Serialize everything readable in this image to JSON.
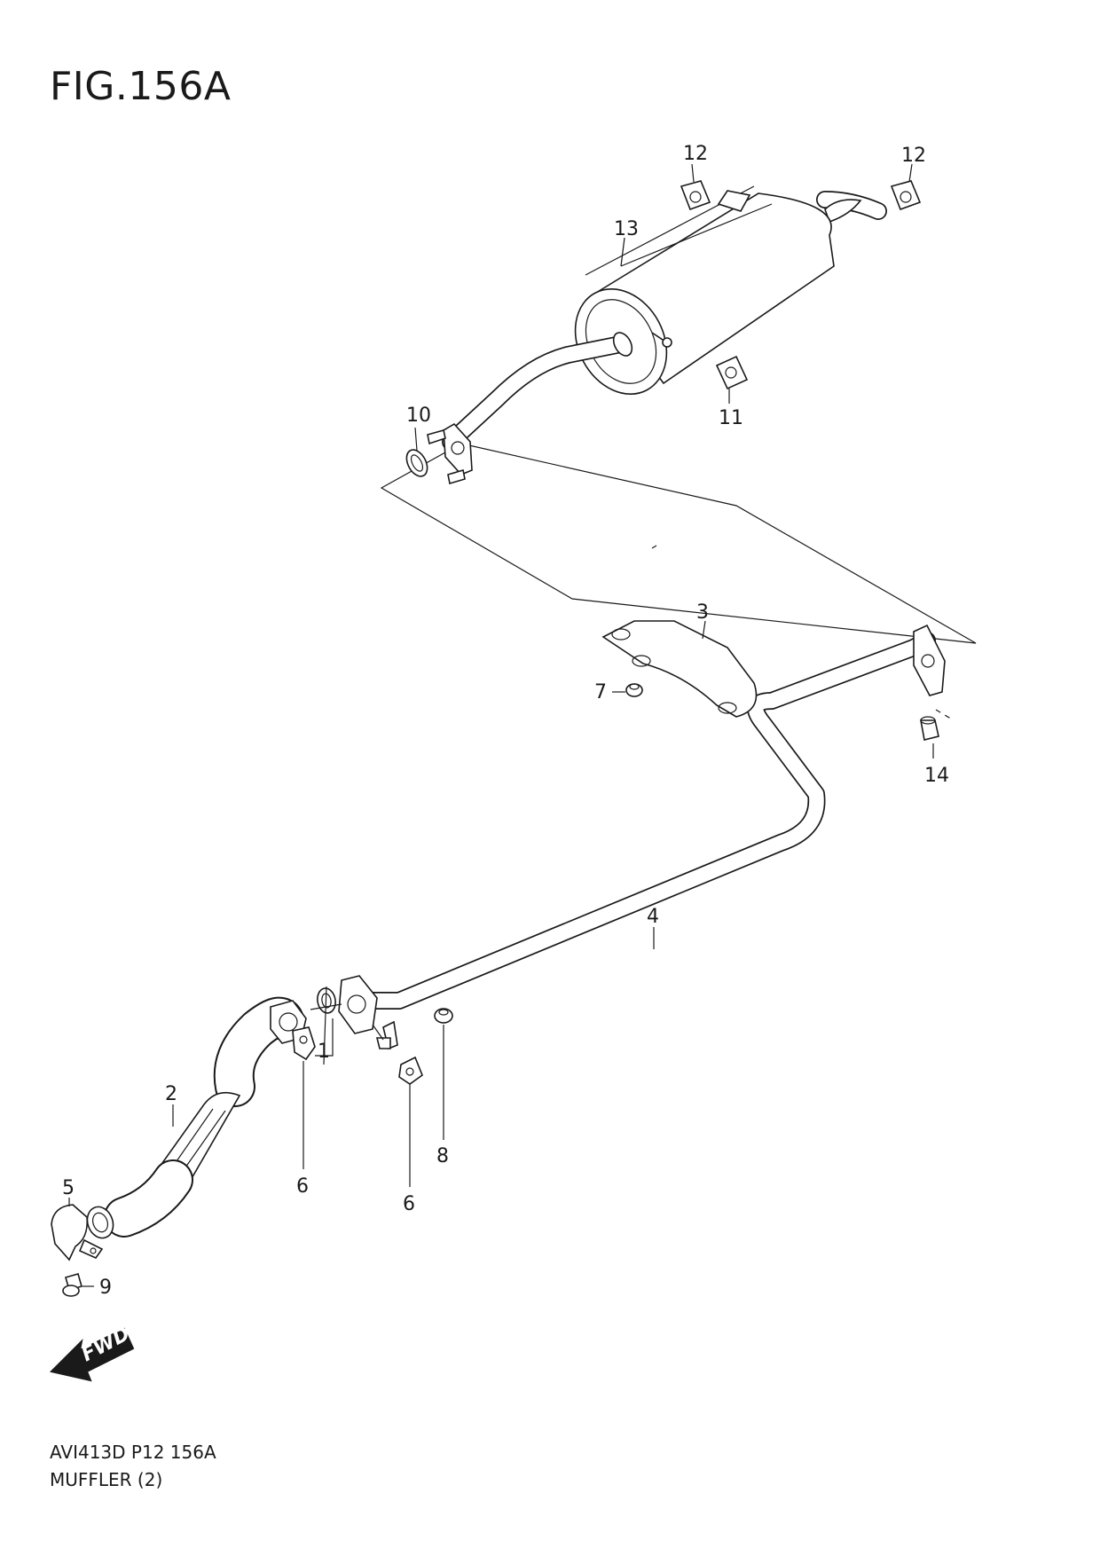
{
  "figure": {
    "title": "FIG.156A",
    "code": "AVI413D P12 156A",
    "name": "MUFFLER (2)"
  },
  "callouts": {
    "c1": "1",
    "c2": "2",
    "c3": "3",
    "c4": "4",
    "c5": "5",
    "c6a": "6",
    "c6b": "6",
    "c7": "7",
    "c8": "8",
    "c9": "9",
    "c10": "10",
    "c11": "11",
    "c12a": "12",
    "c12b": "12",
    "c13": "13",
    "c14": "14"
  },
  "direction_marker": {
    "label": "FWD",
    "icon": "fwd-arrow-icon"
  }
}
